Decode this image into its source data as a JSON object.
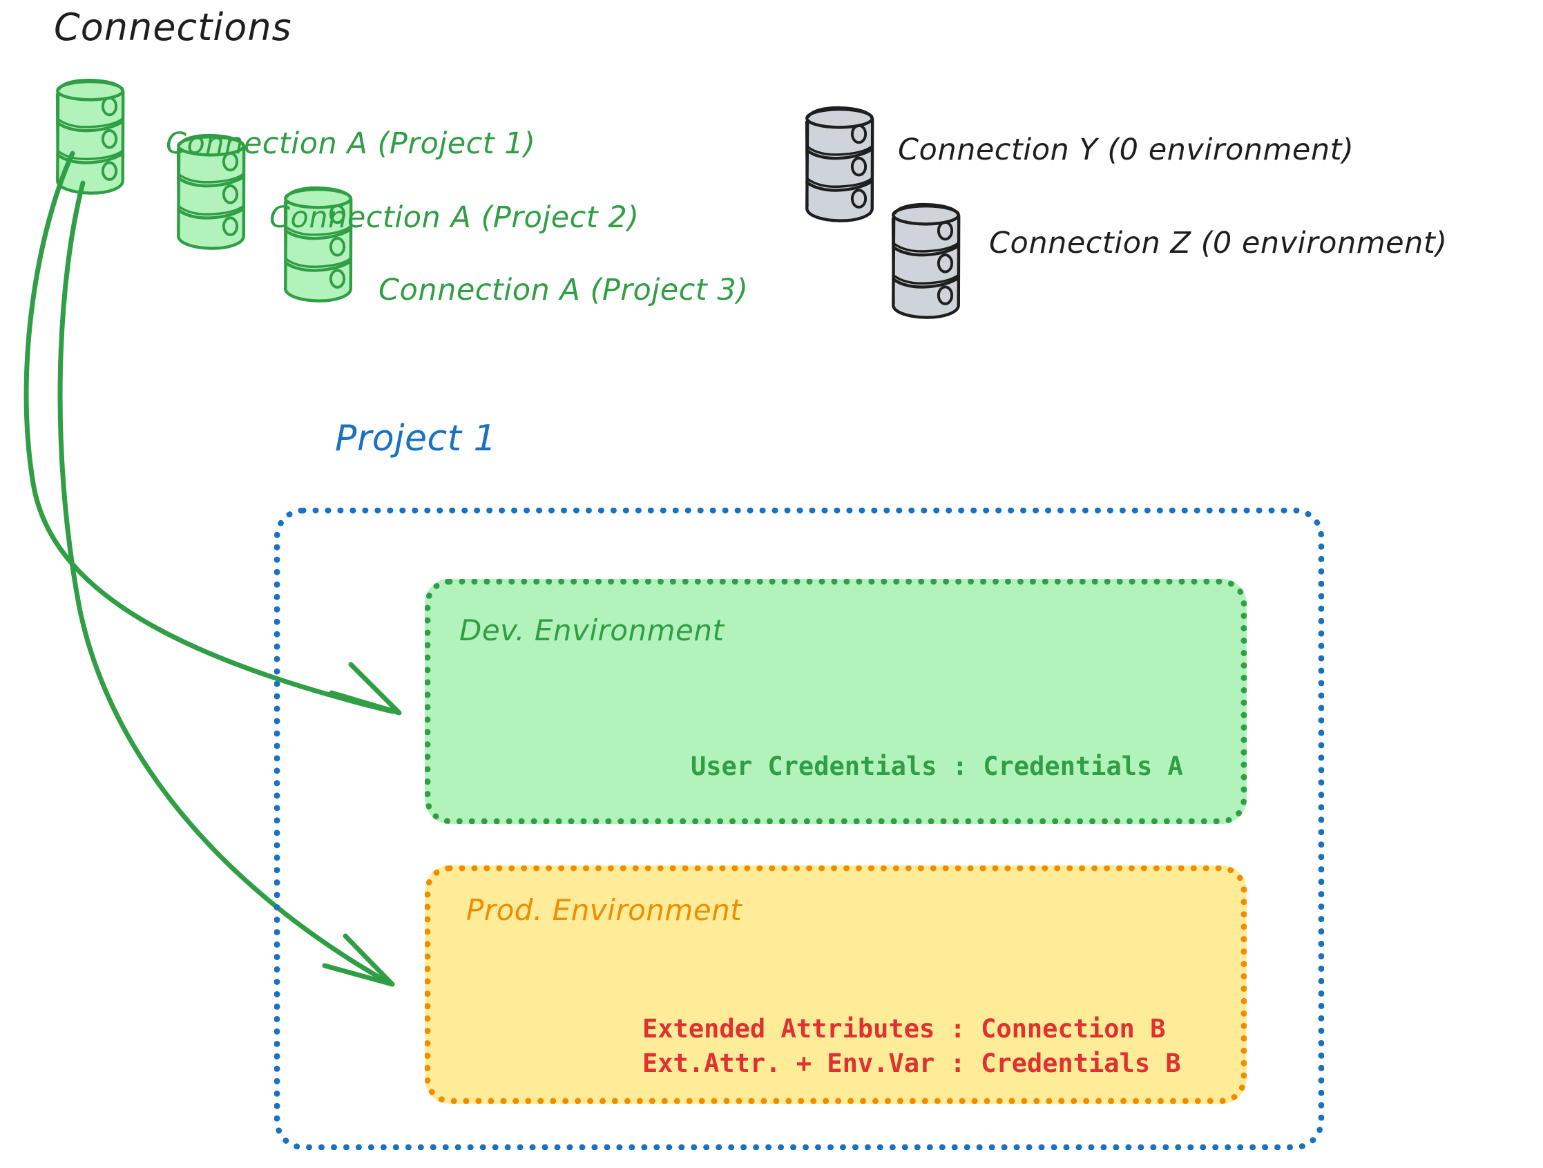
{
  "diagram": {
    "title": "Connections",
    "title_color": "#1e1e1e",
    "background": "#ffffff"
  },
  "connections": {
    "green": [
      {
        "id": "conn-a-p1",
        "label": "Connection A (Project 1)",
        "color": "#2f9e44",
        "fill": "#b2f2bb"
      },
      {
        "id": "conn-a-p2",
        "label": "Connection A (Project 2)",
        "color": "#2f9e44",
        "fill": "#b2f2bb"
      },
      {
        "id": "conn-a-p3",
        "label": "Connection A (Project 3)",
        "color": "#2f9e44",
        "fill": "#b2f2bb"
      }
    ],
    "gray": [
      {
        "id": "conn-y",
        "label": "Connection Y (0 environment)",
        "color": "#1e1e1e",
        "fill": "#ced4da"
      },
      {
        "id": "conn-z",
        "label": "Connection Z (0 environment)",
        "color": "#1e1e1e",
        "fill": "#ced4da"
      }
    ]
  },
  "project": {
    "title": "Project 1",
    "title_color": "#1971c2",
    "border_color": "#1971c2",
    "environments": [
      {
        "id": "dev",
        "title": "Dev. Environment",
        "title_color": "#2f9e44",
        "fill": "#b2f2bb",
        "border_color": "#2f9e44",
        "lines": [
          {
            "text": "User Credentials : Credentials A",
            "color": "#2f9e44"
          }
        ]
      },
      {
        "id": "prod",
        "title": "Prod. Environment",
        "title_color": "#f08c00",
        "fill": "#ffec99",
        "border_color": "#f08c00",
        "lines": [
          {
            "text": "Extended Attributes : Connection B",
            "color": "#e03131"
          },
          {
            "text": "Ext.Attr. + Env.Var : Credentials B",
            "color": "#e03131"
          }
        ]
      }
    ]
  },
  "arrows": [
    {
      "id": "arrow-to-dev",
      "from": "conn-a-p1",
      "to": "dev",
      "color": "#2f9e44"
    },
    {
      "id": "arrow-to-prod",
      "from": "conn-a-p1",
      "to": "prod",
      "color": "#2f9e44"
    }
  ]
}
